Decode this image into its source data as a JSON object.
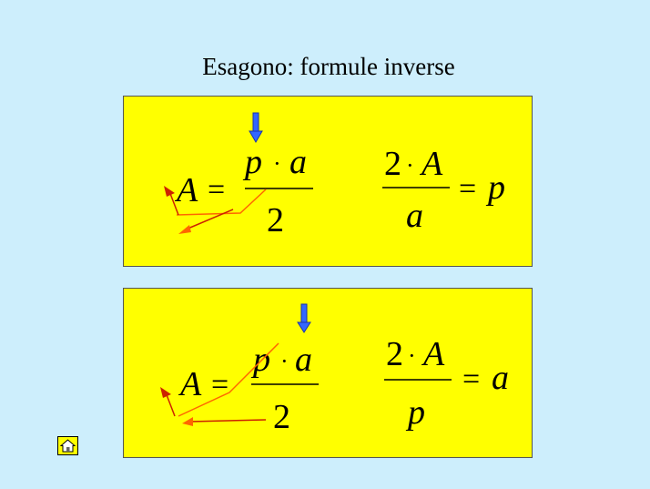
{
  "title": "Esagono: formule inverse",
  "panels": [
    {
      "left": {
        "lhs": "A",
        "eq": "=",
        "num_p": "p",
        "dot": "·",
        "num_a": "a",
        "den": "2"
      },
      "right": {
        "num_2": "2",
        "dot": "·",
        "num_A": "A",
        "den": "a",
        "eq": "=",
        "rhs": "p"
      }
    },
    {
      "left": {
        "lhs": "A",
        "eq": "=",
        "num_p": "p",
        "dot": "·",
        "num_a": "a",
        "den": "2"
      },
      "right": {
        "num_2": "2",
        "dot": "·",
        "num_A": "A",
        "den": "p",
        "eq": "=",
        "rhs": "a"
      }
    }
  ],
  "colors": {
    "background": "#cdeefc",
    "panel": "#ffff00",
    "arrow_down": "#3366ff",
    "arrow_path": "#ff4400"
  },
  "icons": {
    "down_arrow": "arrow-down-icon",
    "home": "home-icon"
  }
}
